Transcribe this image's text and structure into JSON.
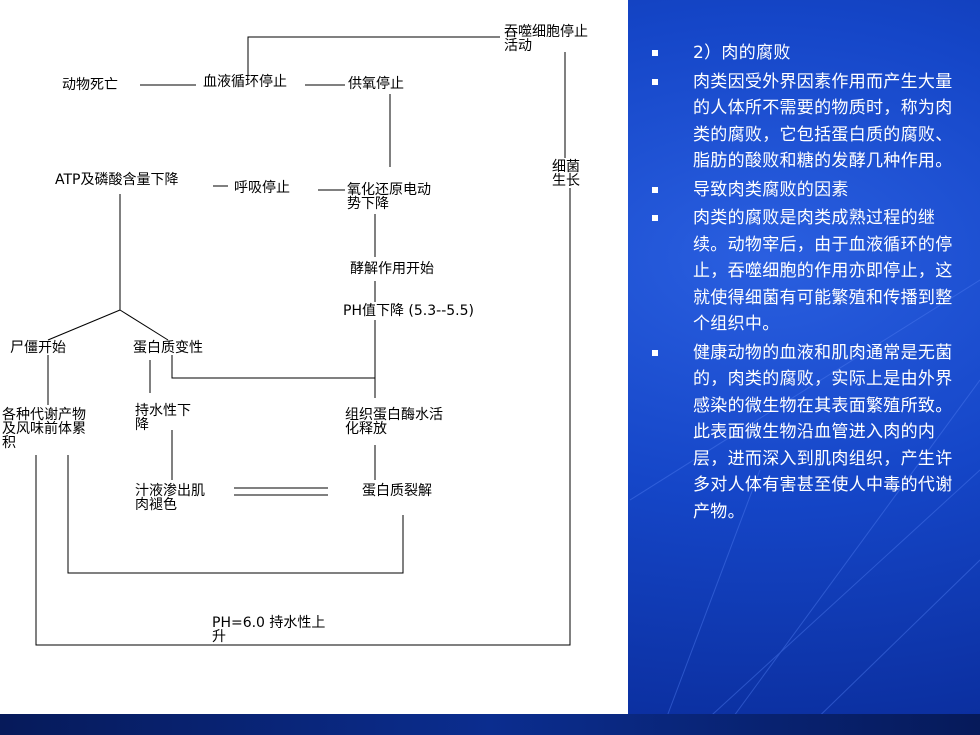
{
  "diagram": {
    "labels": {
      "phagocyte_stop": "吞噬细胞停止\n活动",
      "animal_death": "动物死亡",
      "blood_stop": "血液循环停止",
      "oxygen_stop": "供氧停止",
      "bacteria_growth": "细菌\n生长",
      "atp_decline": "ATP及磷酸含量下降",
      "breath_stop": "呼吸停止",
      "redox_decline": "氧化还原电动\n势下降",
      "glycolysis": "酵解作用开始",
      "ph_decline": "PH值下降 (5.3--5.5)",
      "rigor_start": "尸僵开始",
      "protein_denature": "蛋白质变性",
      "metabolites": "各种代谢产物\n及风味前体累\n积",
      "water_decline": "持水性下\n降",
      "enzyme_release": "组织蛋白酶水活\n化释放",
      "juice_exude": "汁液渗出肌\n肉褪色",
      "protein_split": "蛋白质裂解",
      "ph_rise": "PH=6.0 持水性上\n升"
    }
  },
  "text_panel": {
    "bullets": [
      "2）肉的腐败",
      "肉类因受外界因素作用而产生大量的人体所不需要的物质时，称为肉类的腐败，它包括蛋白质的腐败、脂肪的酸败和糖的发酵几种作用。",
      "导致肉类腐败的因素",
      "肉类的腐败是肉类成熟过程的继续。动物宰后，由于血液循环的停止，吞噬细胞的作用亦即停止，这就使得细菌有可能繁殖和传播到整个组织中。",
      "健康动物的血液和肌肉通常是无菌的，肉类的腐败，实际上是由外界感染的微生物在其表面繁殖所致。此表面微生物沿血管进入肉的内层，进而深入到肌肉组织，产生许多对人体有害甚至使人中毒的代谢产物。"
    ]
  },
  "colors": {
    "slide_background": "#1546c8",
    "panel_background": "#ffffff",
    "text": "#ffffff",
    "line": "#000000"
  }
}
